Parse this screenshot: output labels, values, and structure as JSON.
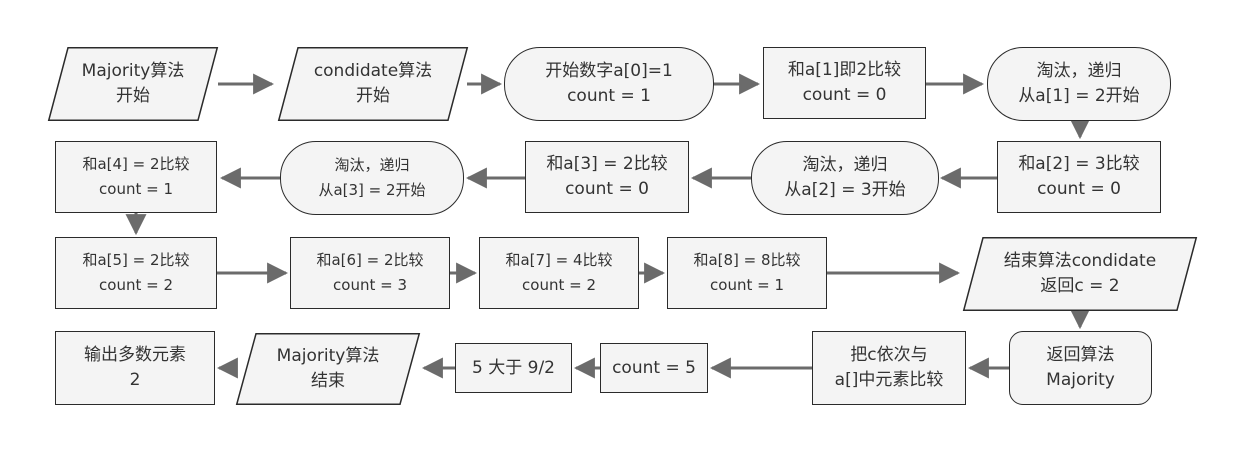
{
  "nodes": {
    "n1": [
      "Majority算法",
      "开始"
    ],
    "n2": [
      "condidate算法",
      "开始"
    ],
    "n3": [
      "开始数字a[0]=1",
      "count = 1"
    ],
    "n4": [
      "和a[1]即2比较",
      "count = 0"
    ],
    "n5": [
      "淘汰，递归",
      "从a[1] = 2开始"
    ],
    "n6": [
      "和a[2] = 3比较",
      "count = 0"
    ],
    "n7": [
      "淘汰，递归",
      "从a[2] = 3开始"
    ],
    "n8": [
      "和a[3] = 2比较",
      "count = 0"
    ],
    "n9": [
      "淘汰，递归",
      "从a[3] = 2开始"
    ],
    "n10": [
      "和a[4] = 2比较",
      "count = 1"
    ],
    "n11": [
      "和a[5] = 2比较",
      "count = 2"
    ],
    "n12": [
      "和a[6] = 2比较",
      "count = 3"
    ],
    "n13": [
      "和a[7] = 4比较",
      "count = 2"
    ],
    "n14": [
      "和a[8] = 8比较",
      "count = 1"
    ],
    "n15": [
      "结束算法condidate",
      "返回c = 2"
    ],
    "n16": [
      "返回算法",
      "Majority"
    ],
    "n17": [
      "把c依次与",
      "a[]中元素比较"
    ],
    "n18": [
      "count = 5"
    ],
    "n19": [
      "5 大于 9/2"
    ],
    "n20": [
      "Majority算法",
      "结束"
    ],
    "n21": [
      "输出多数元素",
      "2"
    ]
  }
}
